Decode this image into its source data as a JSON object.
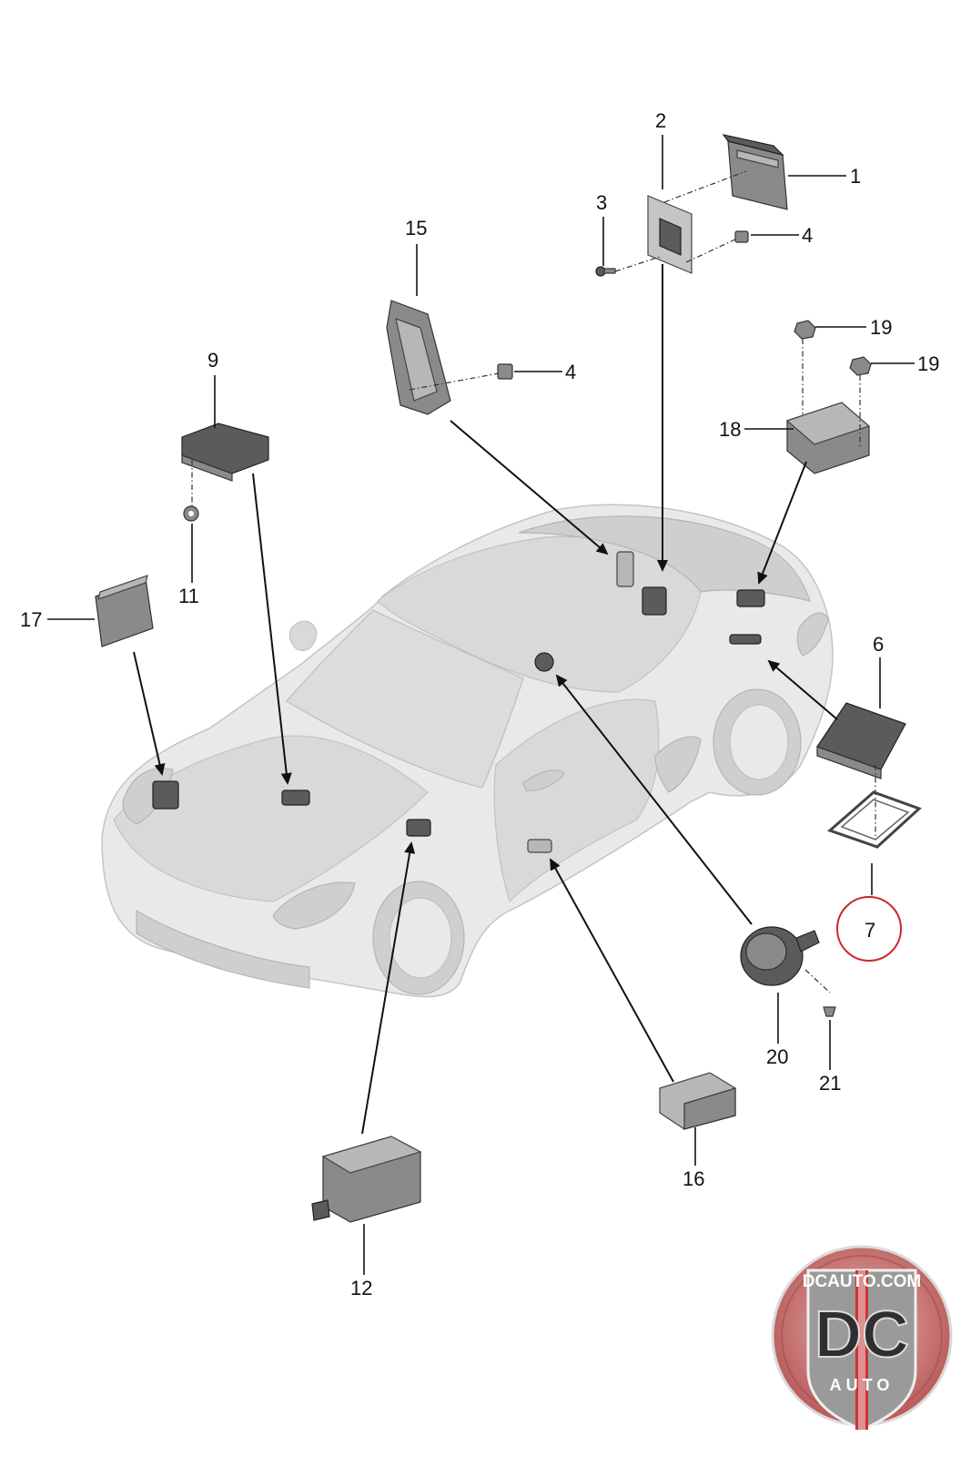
{
  "diagram": {
    "callouts": [
      {
        "id": "c1",
        "label": "1"
      },
      {
        "id": "c2",
        "label": "2"
      },
      {
        "id": "c3",
        "label": "3"
      },
      {
        "id": "c4a",
        "label": "4"
      },
      {
        "id": "c4b",
        "label": "4"
      },
      {
        "id": "c6",
        "label": "6"
      },
      {
        "id": "c7",
        "label": "7",
        "highlighted": true
      },
      {
        "id": "c9",
        "label": "9"
      },
      {
        "id": "c11",
        "label": "11"
      },
      {
        "id": "c12",
        "label": "12"
      },
      {
        "id": "c15",
        "label": "15"
      },
      {
        "id": "c16",
        "label": "16"
      },
      {
        "id": "c17",
        "label": "17"
      },
      {
        "id": "c18",
        "label": "18"
      },
      {
        "id": "c19a",
        "label": "19"
      },
      {
        "id": "c19b",
        "label": "19"
      },
      {
        "id": "c20",
        "label": "20"
      },
      {
        "id": "c21",
        "label": "21"
      }
    ],
    "highlight_color": "#c92a2a"
  },
  "logo": {
    "top_text": "DCAUTO.COM",
    "letters": "DC",
    "bottom_text": "AUTO",
    "colors": {
      "ring": "#b85a5a",
      "shield": "#8f8f8f",
      "stripe": "#c33"
    }
  }
}
